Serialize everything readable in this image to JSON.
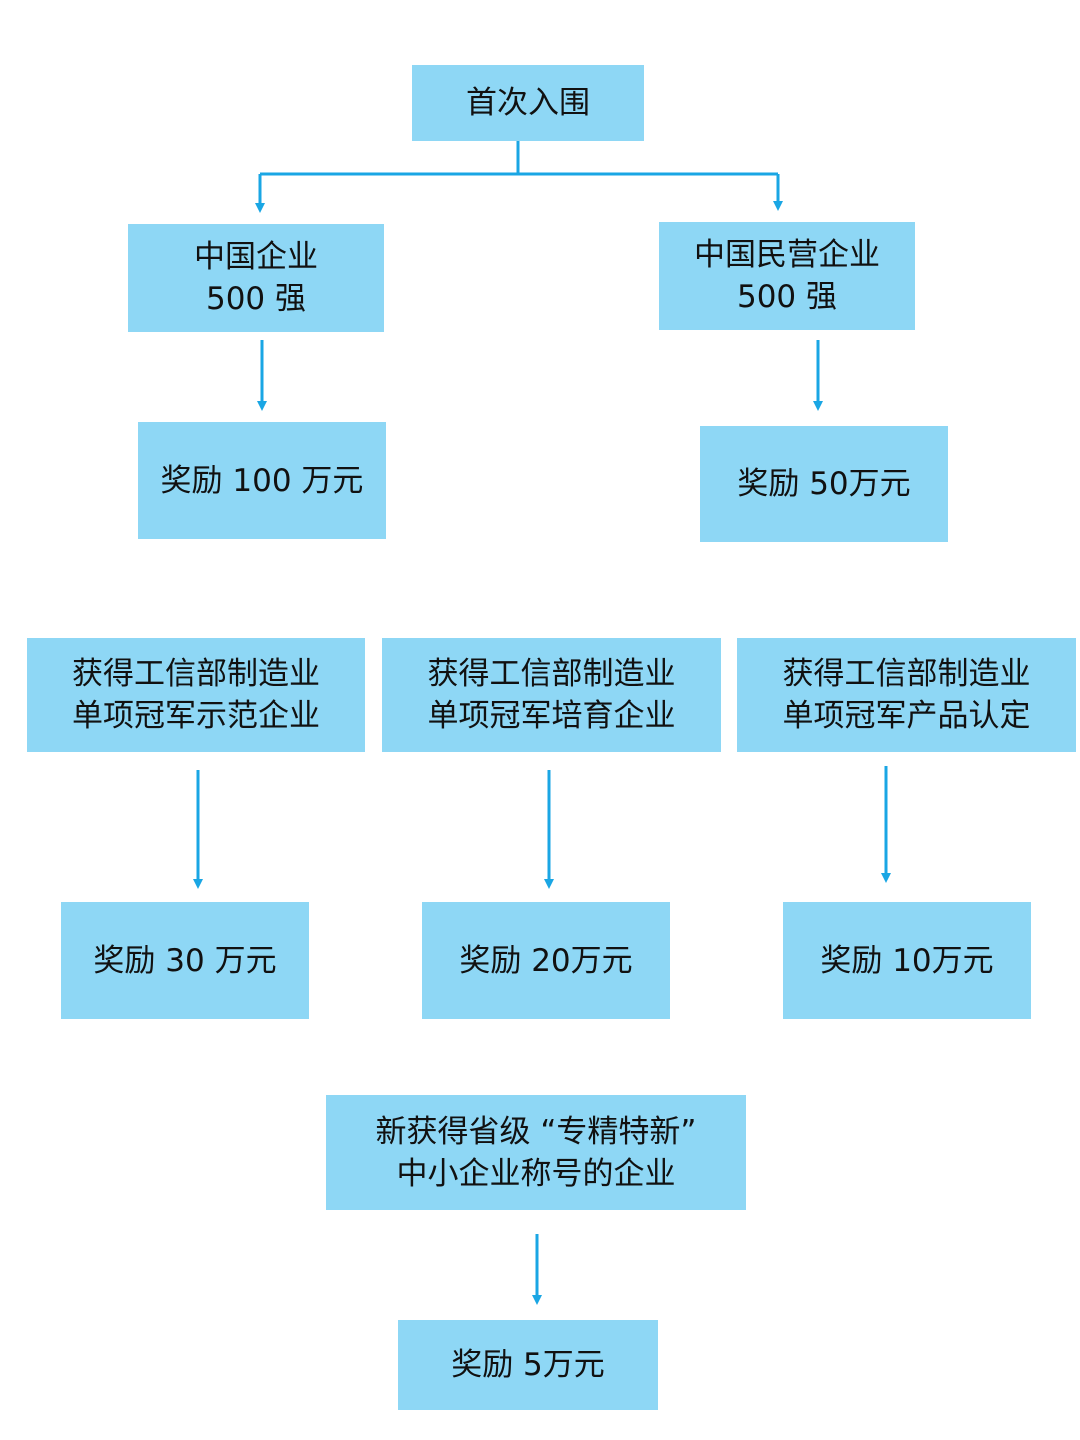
{
  "colors": {
    "box_fill": "#8ed7f5",
    "arrow": "#1aa6e4",
    "text": "#111111"
  },
  "nodes": {
    "first_entry": {
      "line1": "首次入围"
    },
    "china_top500": {
      "line1": "中国企业",
      "line2": "500 强"
    },
    "private_top500": {
      "line1": "中国民营企业",
      "line2": "500 强"
    },
    "reward_100": {
      "line1": "奖励 100 万元"
    },
    "reward_50": {
      "line1": "奖励 50万元"
    },
    "champion_demo": {
      "line1": "获得工信部制造业",
      "line2": "单项冠军示范企业"
    },
    "champion_cultivate": {
      "line1": "获得工信部制造业",
      "line2": "单项冠军培育企业"
    },
    "champion_product": {
      "line1": "获得工信部制造业",
      "line2": "单项冠军产品认定"
    },
    "reward_30": {
      "line1": "奖励 30 万元"
    },
    "reward_20": {
      "line1": "奖励 20万元"
    },
    "reward_10": {
      "line1": "奖励 10万元"
    },
    "specialized": {
      "line1": "新获得省级 “专精特新”",
      "line2": "中小企业称号的企业"
    },
    "reward_5": {
      "line1": "奖励 5万元"
    }
  }
}
